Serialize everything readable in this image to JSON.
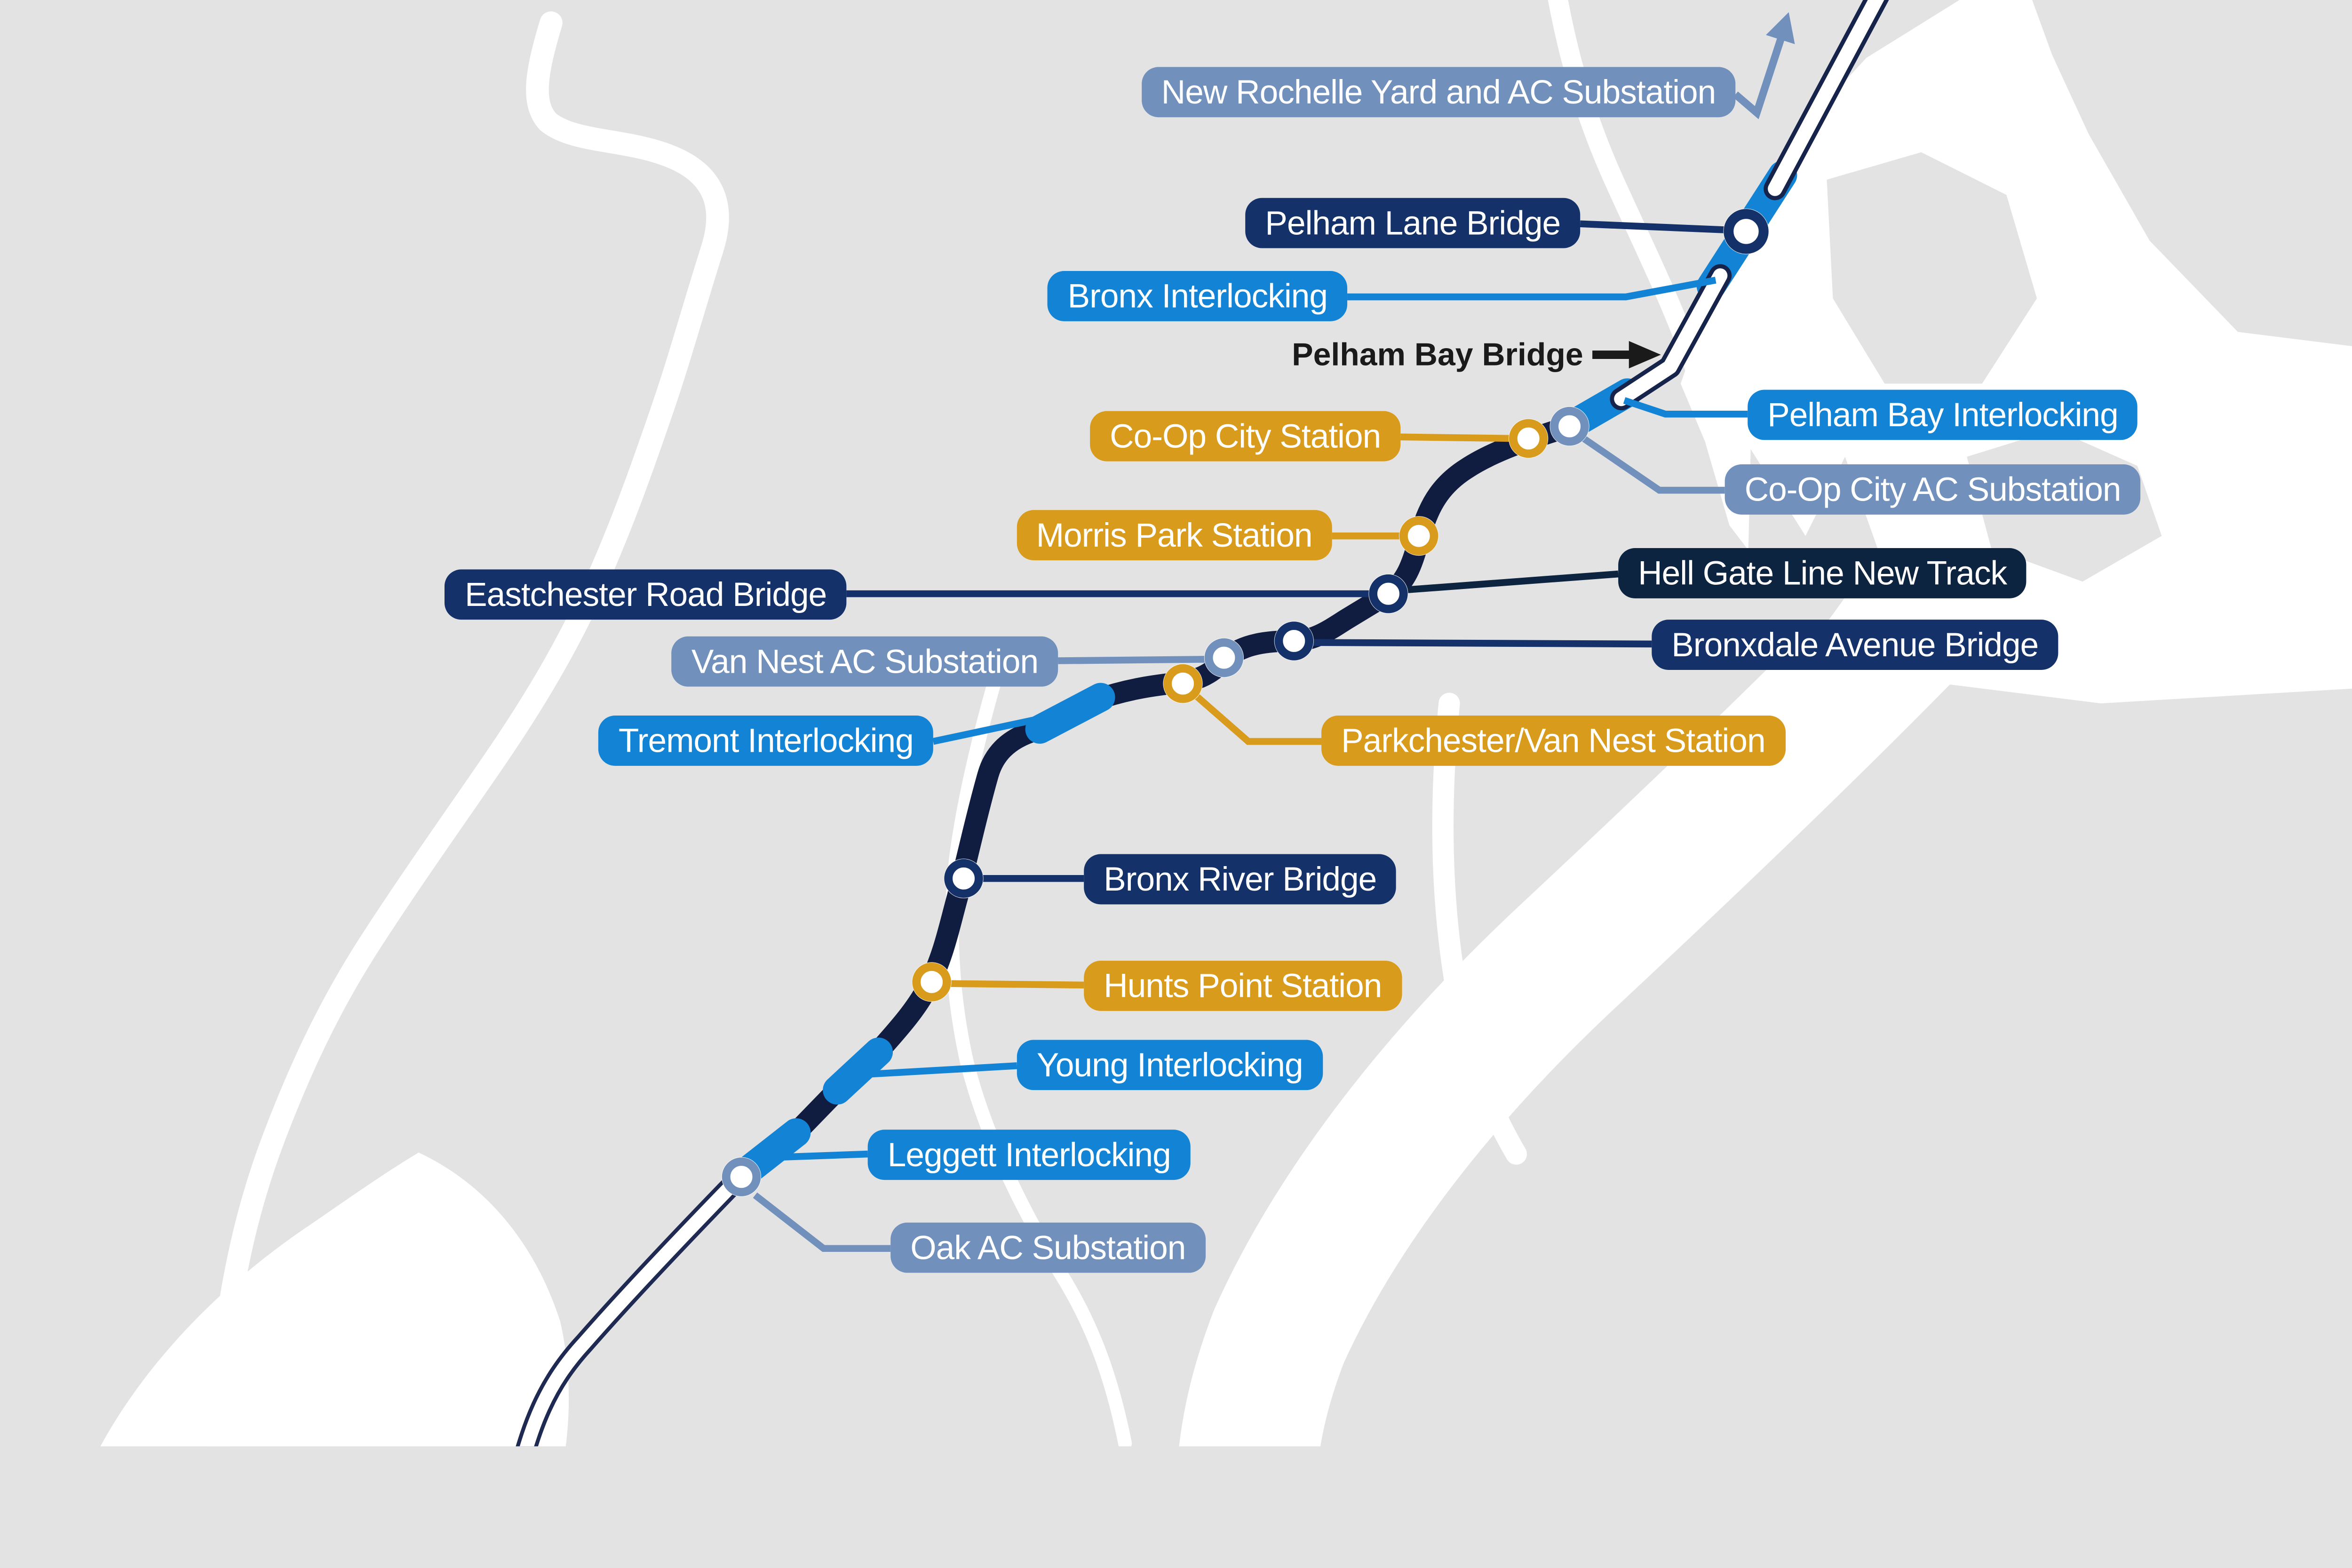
{
  "map": {
    "kind": "rail-project-schematic-map",
    "annotation_arrow": "points right at white double-track bridge segment",
    "legend_types": {
      "station": {
        "color": "#d89b1c",
        "marker": "gold ring node"
      },
      "bridge": {
        "color": "#143269",
        "marker": "navy ring node"
      },
      "interlocking": {
        "color": "#1383d6",
        "marker": "leader to blue track segment"
      },
      "substation": {
        "color": "#7191bc",
        "marker": "steel-blue ring node"
      },
      "new_track": {
        "color": "#111d40",
        "marker": "dark navy line"
      },
      "existing_track": {
        "color": "#1e2a52",
        "marker": "white channel with navy rails"
      }
    }
  },
  "colors": {
    "background": "#e3e3e3",
    "water": "#ffffff",
    "new_track_navy": "#111d40",
    "existing_rail_navy": "#1e2a52",
    "channel_outline_navy": "#16244c",
    "interlocking_blue": "#1383d6",
    "station_gold": "#d89b1c",
    "bridge_navy": "#143269",
    "substation_steel": "#7191bc",
    "hell_gate_navy": "#0d2440",
    "annotation_black": "#1a1a1a"
  },
  "labels": {
    "new_rochelle_yard": {
      "text": "New Rochelle Yard and AC Substation",
      "type": "substation"
    },
    "pelham_lane_bridge": {
      "text": "Pelham Lane Bridge",
      "type": "bridge"
    },
    "bronx_interlocking": {
      "text": "Bronx Interlocking",
      "type": "interlocking"
    },
    "pelham_bay_bridge": {
      "text": "Pelham Bay Bridge",
      "type": "annotation"
    },
    "co_op_city_station": {
      "text": "Co-Op City Station",
      "type": "station"
    },
    "pelham_bay_interlocking": {
      "text": "Pelham Bay Interlocking",
      "type": "interlocking"
    },
    "co_op_city_ac_substation": {
      "text": "Co-Op City AC Substation",
      "type": "substation"
    },
    "morris_park_station": {
      "text": "Morris Park Station",
      "type": "station"
    },
    "hell_gate_line_new_track": {
      "text": "Hell Gate Line New Track",
      "type": "new_track"
    },
    "eastchester_road_bridge": {
      "text": "Eastchester Road Bridge",
      "type": "bridge"
    },
    "bronxdale_avenue_bridge": {
      "text": "Bronxdale Avenue Bridge",
      "type": "bridge"
    },
    "van_nest_ac_substation": {
      "text": "Van Nest AC Substation",
      "type": "substation"
    },
    "tremont_interlocking": {
      "text": "Tremont Interlocking",
      "type": "interlocking"
    },
    "parkchester_van_nest_station": {
      "text": "Parkchester/Van Nest Station",
      "type": "station"
    },
    "bronx_river_bridge": {
      "text": "Bronx River Bridge",
      "type": "bridge"
    },
    "hunts_point_station": {
      "text": "Hunts Point Station",
      "type": "station"
    },
    "young_interlocking": {
      "text": "Young Interlocking",
      "type": "interlocking"
    },
    "leggett_interlocking": {
      "text": "Leggett Interlocking",
      "type": "interlocking"
    },
    "oak_ac_substation": {
      "text": "Oak AC Substation",
      "type": "substation"
    }
  }
}
